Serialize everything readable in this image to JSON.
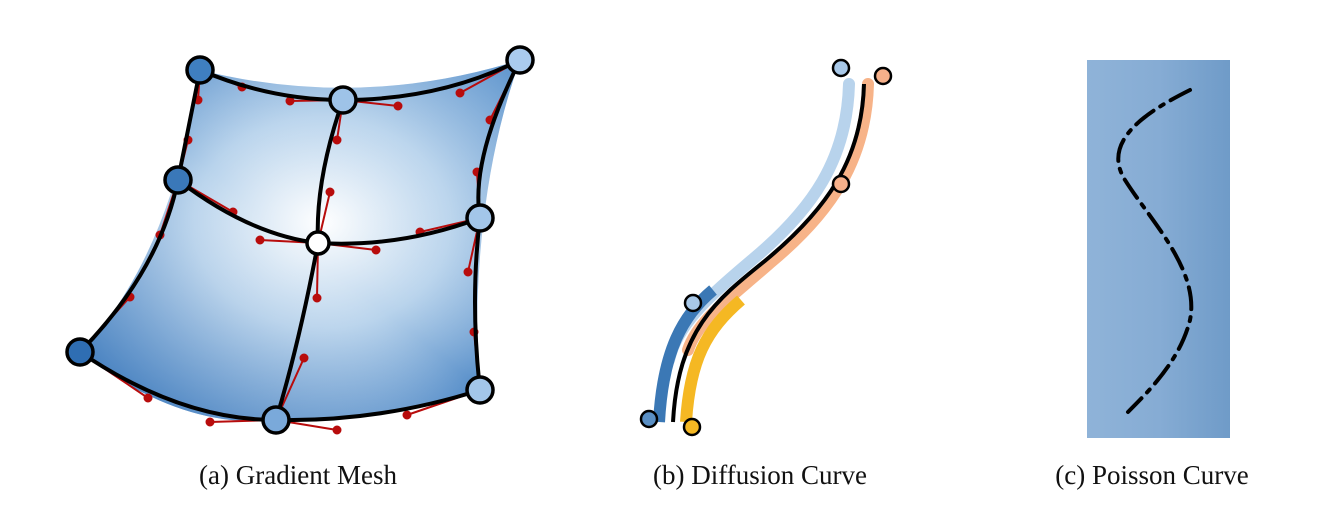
{
  "figure": {
    "panels": [
      {
        "id": "a",
        "caption": "(a) Gradient Mesh"
      },
      {
        "id": "b",
        "caption": "(b) Diffusion Curve"
      },
      {
        "id": "c",
        "caption": "(c) Poisson Curve"
      }
    ]
  },
  "colors": {
    "mesh_dark_blue": "#3a7abf",
    "mesh_light_blue": "#b8d3ec",
    "handle_red": "#b80c0c",
    "curve_black": "#000000",
    "diffusion_blue": "#3b78b5",
    "diffusion_light_blue": "#b8d3ec",
    "diffusion_orange": "#f7a35c",
    "diffusion_yellow": "#f5b823",
    "poisson_background": "#7aa3cc"
  }
}
